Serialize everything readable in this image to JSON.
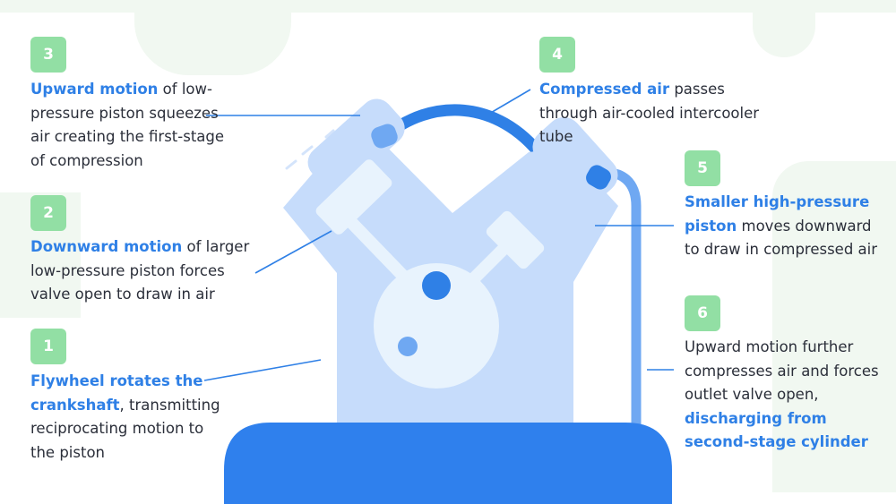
{
  "colors": {
    "accent": "#2f80e6",
    "badge": "#92dfa4",
    "body_light": "#c6dcfb",
    "base": "#2f80ed",
    "flywheel": "#e8f3fd",
    "tube": "#2f80e6"
  },
  "steps": [
    {
      "number": "1",
      "highlight": "Flywheel rotates the crankshaft",
      "text": ", transmitting reciprocating motion to the piston"
    },
    {
      "number": "2",
      "highlight": "Downward motion",
      "text": " of larger low-pressure piston forces valve open to draw in air"
    },
    {
      "number": "3",
      "highlight": "Upward motion",
      "text": " of low-pressure piston squeezes air creating the first-stage of compression"
    },
    {
      "number": "4",
      "highlight": "Compressed air",
      "text": " passes through air-cooled intercooler tube"
    },
    {
      "number": "5",
      "highlight": "Smaller high-pressure piston",
      "text": " moves downward to draw in compressed air"
    },
    {
      "number": "6",
      "text_before": "Upward motion further compresses air and forces outlet valve open, ",
      "highlight": "discharging from second-stage cylinder"
    }
  ]
}
